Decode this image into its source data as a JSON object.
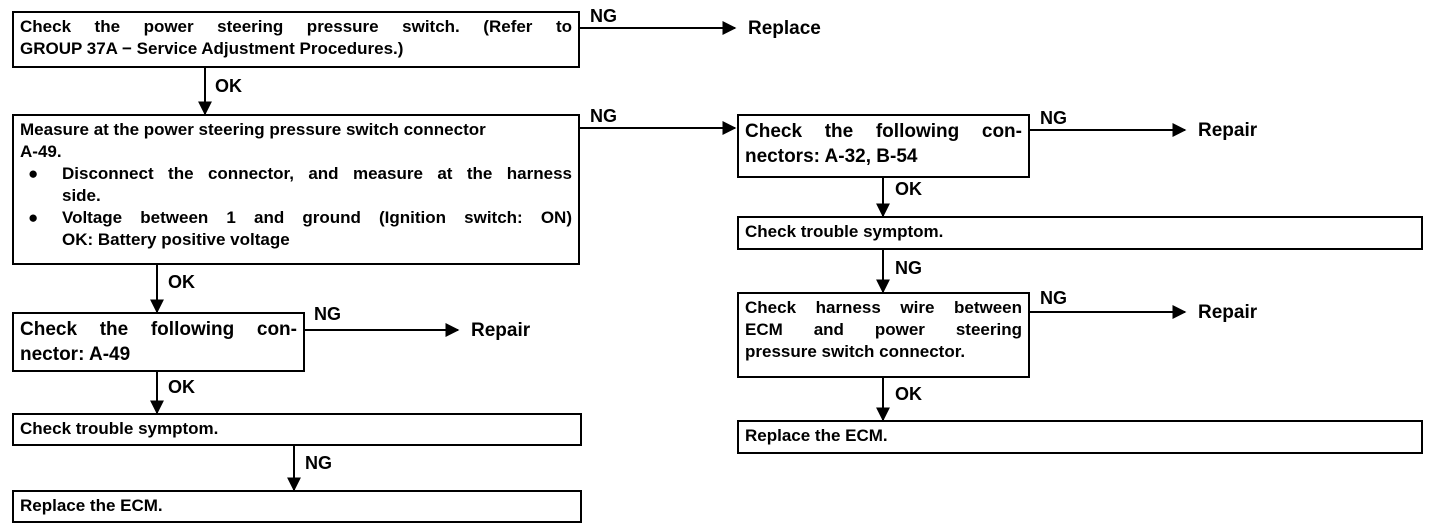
{
  "boxes": {
    "check_switch": [
      "Check the power steering pressure switch. (Refer to",
      "GROUP 37A − Service Adjustment Procedures.)"
    ],
    "measure": {
      "lines": [
        "Measure at the power steering pressure switch connector",
        "A-49."
      ],
      "bullets": [
        [
          "Disconnect the connector, and measure at the harness",
          "side."
        ],
        [
          "Voltage between 1 and ground (Ignition switch: ON)"
        ]
      ],
      "ok_label": "OK:",
      "ok_value": "Battery positive voltage"
    },
    "conn_a49": [
      "Check the following con-",
      "nector: A-49"
    ],
    "trouble_left": "Check trouble symptom.",
    "replace_left": "Replace the ECM.",
    "conn_a32": [
      "Check the following con-",
      "nectors: A-32, B-54"
    ],
    "trouble_right": "Check trouble symptom.",
    "harness": [
      "Check harness wire between",
      "ECM and power steering",
      "pressure switch connector."
    ],
    "replace_right": "Replace the ECM."
  },
  "bullet_glyph": "●",
  "labels": {
    "ok": "OK",
    "ng": "NG"
  },
  "results": {
    "replace": "Replace",
    "repair": "Repair"
  }
}
